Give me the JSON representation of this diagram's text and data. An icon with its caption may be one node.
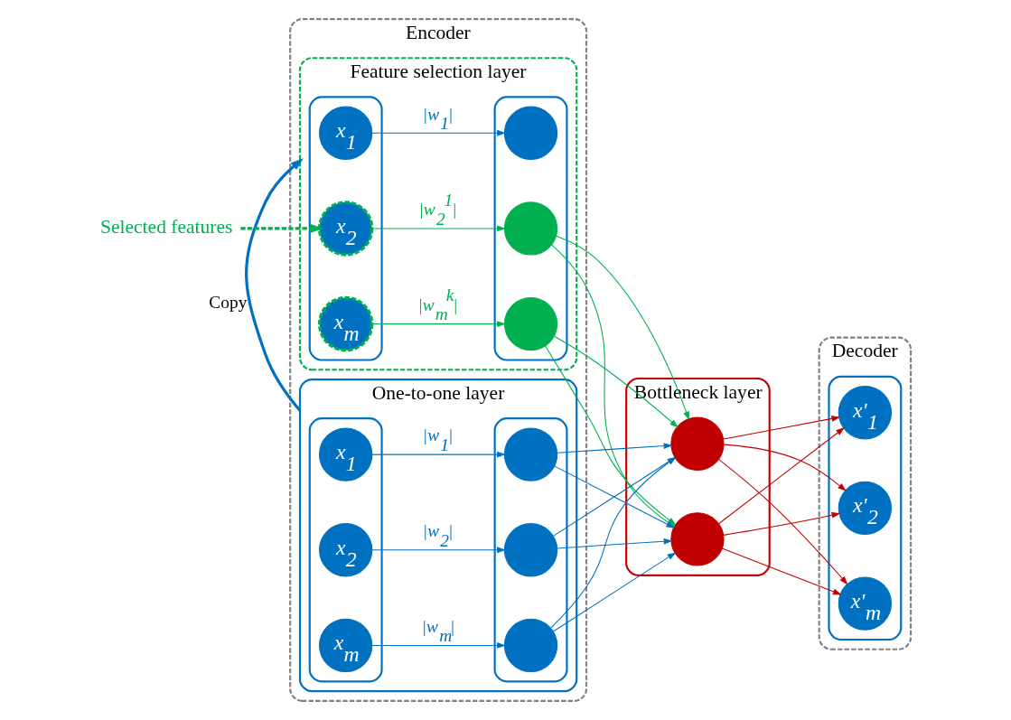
{
  "diagram": {
    "nodes": [
      {
        "text": [
          "Encoder"
        ]
      },
      {
        "text": [
          "Feature selection layer"
        ],
        "in": 0
      },
      {
        "text": [],
        "shape": "box",
        "in": 1
      },
      {
        "text": [
          "x$_{1}$"
        ],
        "in": 2
      },
      {
        "text": [
          "x$_{2}$"
        ],
        "in": 2
      },
      {
        "text": [
          "x$_{m}$"
        ],
        "in": 2
      },
      {
        "text": [],
        "shape": "box",
        "in": 1
      },
      {
        "text": [],
        "shape": "circle",
        "in": 6
      },
      {
        "text": [],
        "shape": "circle",
        "in": 6
      },
      {
        "text": [],
        "shape": "circle",
        "in": 6
      },
      {
        "text": [
          "One-to-one layer"
        ],
        "in": 0
      },
      {
        "text": [],
        "shape": "box",
        "in": 10
      },
      {
        "text": [
          "x$_{1}$"
        ],
        "in": 11
      },
      {
        "text": [
          "x$_{2}$"
        ],
        "in": 11
      },
      {
        "text": [
          "x$_{m}$"
        ],
        "in": 11
      },
      {
        "text": [],
        "shape": "box",
        "in": 10
      },
      {
        "text": [],
        "shape": "circle",
        "in": 15
      },
      {
        "text": [],
        "shape": "circle",
        "in": 15
      },
      {
        "text": [],
        "shape": "circle",
        "in": 15
      },
      {
        "text": [
          "Decoder"
        ]
      },
      {
        "text": [
          "Bottleneck layer"
        ]
      },
      {
        "text": [],
        "shape": "circle",
        "in": 20
      },
      {
        "text": [],
        "shape": "circle",
        "in": 20
      },
      {
        "text": [],
        "shape": "box",
        "in": 19
      },
      {
        "text": [
          "x'$_{1}$"
        ],
        "in": 23
      },
      {
        "text": [
          "x'$_{2}$"
        ],
        "in": 23
      },
      {
        "text": [
          "x'$_{m}$"
        ],
        "in": 23
      },
      {
        "text": [
          "Selected features"
        ]
      }
    ],
    "edges": [
      {
        "from": 27,
        "to": 4,
        "arrow": "to",
        "style": "dashed",
        "color": "#00b050"
      },
      {
        "from": 3,
        "to": 7,
        "arrow": "to",
        "label": "|w$_{1}$|"
      },
      {
        "from": 4,
        "to": 8,
        "arrow": "to",
        "label": "|w$_{2}$$^{1}$|",
        "color": "#00b050"
      },
      {
        "from": 5,
        "to": 9,
        "arrow": "to",
        "label": "|w$_{m}$$^{k}$|",
        "color": "#00b050"
      },
      {
        "from": 10,
        "to": 1,
        "arrow": "to",
        "label": "Copy",
        "style": "thick"
      },
      {
        "from": 12,
        "to": 16,
        "arrow": "to",
        "label": "|w$_{1}$|"
      },
      {
        "from": 13,
        "to": 17,
        "arrow": "to",
        "label": "|w$_{2}$|"
      },
      {
        "from": 14,
        "to": 18,
        "arrow": "to",
        "label": "|w$_{m}$|"
      },
      {
        "from": 8,
        "to": 21,
        "arrow": "to",
        "color": "#00b050"
      },
      {
        "from": 8,
        "to": 22,
        "arrow": "to",
        "color": "#00b050"
      },
      {
        "from": 9,
        "to": 21,
        "arrow": "to",
        "color": "#00b050"
      },
      {
        "from": 9,
        "to": 22,
        "arrow": "to",
        "color": "#00b050"
      },
      {
        "from": 16,
        "to": 21,
        "arrow": "to"
      },
      {
        "from": 16,
        "to": 22,
        "arrow": "to"
      },
      {
        "from": 17,
        "to": 21,
        "arrow": "to"
      },
      {
        "from": 17,
        "to": 22,
        "arrow": "to"
      },
      {
        "from": 18,
        "to": 21,
        "arrow": "to"
      },
      {
        "from": 18,
        "to": 22,
        "arrow": "to"
      },
      {
        "from": 21,
        "to": 24,
        "arrow": "to",
        "color": "#c00000"
      },
      {
        "from": 21,
        "to": 25,
        "arrow": "to",
        "color": "#c00000"
      },
      {
        "from": 21,
        "to": 26,
        "arrow": "to",
        "color": "#c00000"
      },
      {
        "from": 22,
        "to": 24,
        "arrow": "to",
        "color": "#c00000"
      },
      {
        "from": 22,
        "to": 25,
        "arrow": "to",
        "color": "#c00000"
      },
      {
        "from": 22,
        "to": 26,
        "arrow": "to",
        "color": "#c00000"
      }
    ]
  }
}
